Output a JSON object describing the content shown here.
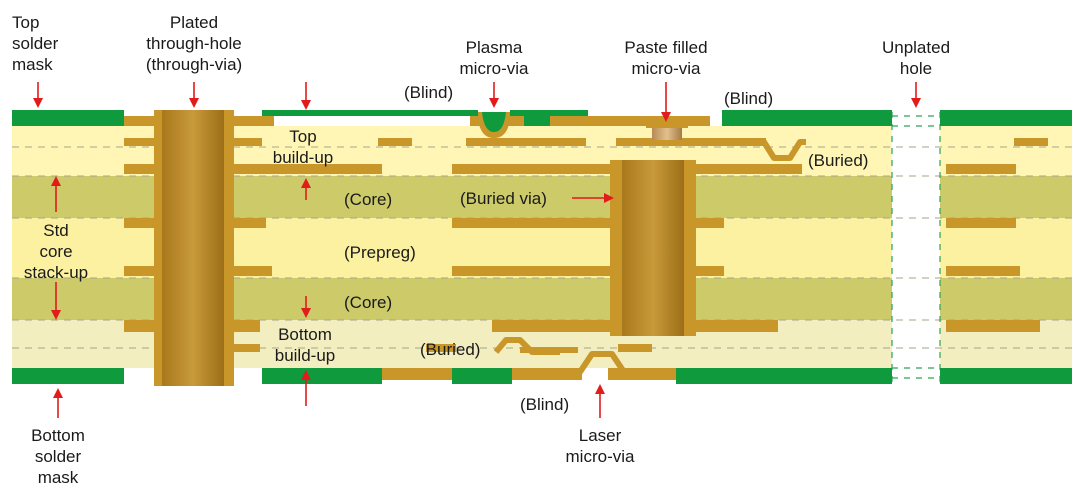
{
  "title": "",
  "labels": {
    "top_solder_mask": "Top\nsolder\nmask",
    "plated_through_hole": "Plated\nthrough-hole\n(through-via)",
    "plasma_micro_via": "Plasma\nmicro-via",
    "paste_filled_micro_via": "Paste filled\nmicro-via",
    "unplated_hole": "Unplated\nhole",
    "blind_1": "(Blind)",
    "blind_2": "(Blind)",
    "top_build_up": "Top\nbuild-up",
    "buried_1": "(Buried)",
    "core_1": "(Core)",
    "buried_via": "(Buried via)",
    "std_core_stack_up": "Std\ncore\nstack-up",
    "prepreg": "(Prepreg)",
    "core_2": "(Core)",
    "bottom_build_up": "Bottom\nbuild-up",
    "buried_2": "(Buried)",
    "blind_3": "(Blind)",
    "bottom_solder_mask": "Bottom\nsolder\nmask",
    "laser_micro_via": "Laser\nmicro-via"
  },
  "colors": {
    "solder_mask": "#0f9a3e",
    "copper": "#c9962a",
    "copper_dark": "#a87a1c",
    "via_fill": "#b88a2e",
    "paste": "#c8a56a",
    "core": "#cdca6a",
    "prepreg": "#fbf1a0",
    "build_up": "#fff6b5",
    "bottom_build_up": "#f3eec0",
    "arrow": "#e21b1b",
    "dashed": "#9a9a7a"
  }
}
